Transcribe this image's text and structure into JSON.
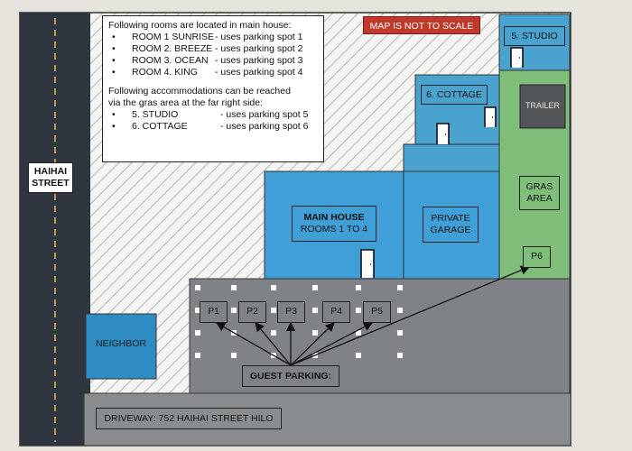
{
  "legend": {
    "intro": "Following rooms are located in main house:",
    "rooms": [
      {
        "name": "ROOM 1 SUNRISE",
        "parking": "- uses parking spot 1"
      },
      {
        "name": "ROOM 2. BREEZE",
        "parking": "- uses parking spot 2"
      },
      {
        "name": "ROOM 3. OCEAN",
        "parking": "- uses parking spot 3"
      },
      {
        "name": "ROOM 4. KING",
        "parking": "- uses parking spot 4"
      }
    ],
    "intro2_line1": "Following accommodations can be reached",
    "intro2_line2": "via the gras area at the far right side:",
    "accommodations": [
      {
        "name": "5. STUDIO",
        "parking": "- uses parking spot 5"
      },
      {
        "name": "6. COTTAGE",
        "parking": "- uses parking spot 6"
      }
    ]
  },
  "scale_note": "MAP IS NOT TO SCALE",
  "street": {
    "line1": "HAIHAI",
    "line2": "STREET"
  },
  "main_house": {
    "title": "MAIN HOUSE",
    "subtitle": "ROOMS 1 TO 4"
  },
  "garage": {
    "line1": "PRIVATE",
    "line2": "GARAGE"
  },
  "cottage": "6. COTTAGE",
  "studio": "5. STUDIO",
  "trailer": "TRAILER",
  "gras_area": {
    "line1": "GRAS",
    "line2": "AREA"
  },
  "neighbor": "NEIGHBOR",
  "parking_spots": [
    "P1",
    "P2",
    "P3",
    "P4",
    "P5",
    "P6"
  ],
  "guest_parking": "GUEST PARKING:",
  "driveway": "DRIVEWAY: 752 HAIHAI STREET HILO",
  "colors": {
    "road": "#2f3640",
    "house_blue": "#3f9fd6",
    "cottage_blue": "#4aa3cf",
    "grass": "#7fbf7a",
    "parking_gray": "#7f8388",
    "driveway_gray": "#8a8d90",
    "neighbor_blue": "#2e8cc3",
    "alert_red": "#c0392b"
  }
}
